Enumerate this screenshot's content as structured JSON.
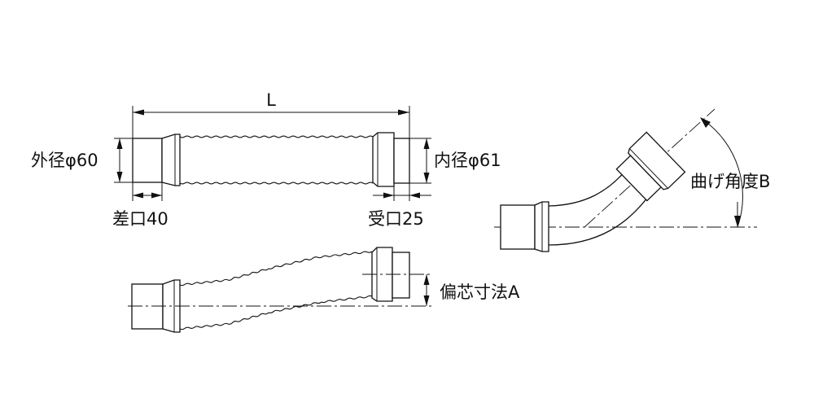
{
  "labels": {
    "length": "L",
    "outer_diameter": "外径φ60",
    "inner_diameter": "内径φ61",
    "spigot": "差口40",
    "socket": "受口25",
    "offset": "偏芯寸法A",
    "bend_angle": "曲げ角度B"
  },
  "colors": {
    "line": "#111111",
    "background": "#ffffff"
  }
}
